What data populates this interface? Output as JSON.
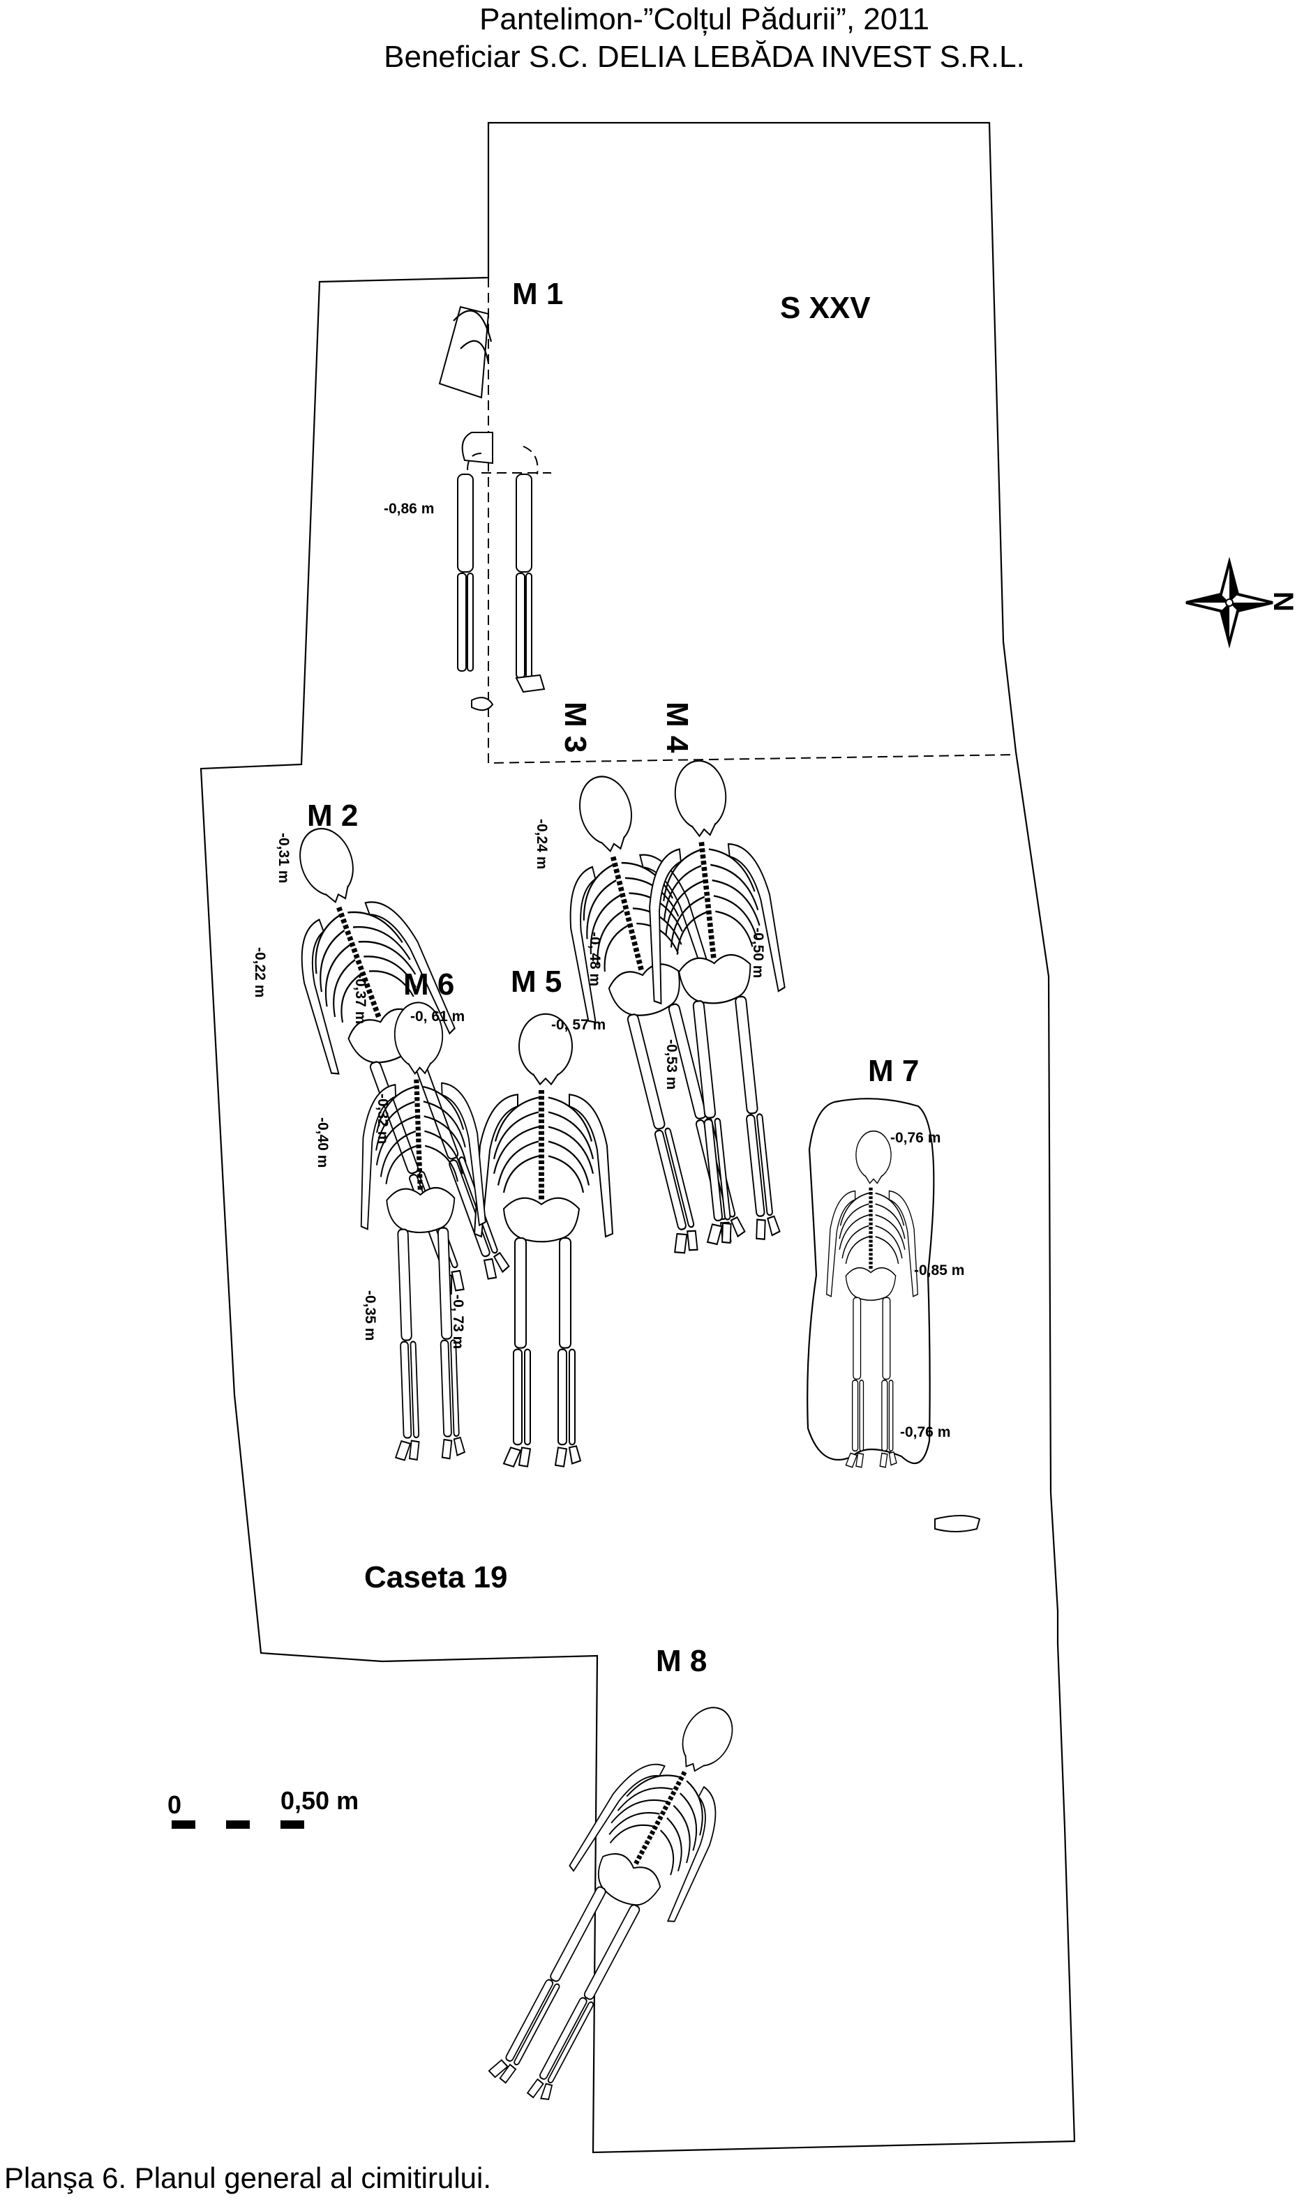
{
  "header": {
    "line1": "Pantelimon-”Colțul Pădurii”, 2011",
    "line2": "Beneficiar S.C. DELIA LEBĂDA INVEST S.R.L."
  },
  "section_label": "S XXV",
  "caseta_label": "Caseta 19",
  "graves": [
    {
      "label": "M 1"
    },
    {
      "label": "M 2"
    },
    {
      "label": "M 3"
    },
    {
      "label": "M 4"
    },
    {
      "label": "M 5"
    },
    {
      "label": "M 6"
    },
    {
      "label": "M 7"
    },
    {
      "label": "M 8"
    }
  ],
  "depths": {
    "m1": "-0,86 m",
    "m2_a": "-0,31 m",
    "m2_b": "-0,22 m",
    "m2_c": "-0,37 m",
    "m2_d": "-0,40 m",
    "m3_a": "-0,24 m",
    "m3_b": "-0, 48 m",
    "m4_a": "-0,50 m",
    "m4_b": "-0,53 m",
    "m5": "-0, 57 m",
    "m6_a": "-0, 61 m",
    "m6_b": "-0,32 m",
    "m6_c": "-0,35 m",
    "m6_d": "-0, 73 m",
    "m7_a": "-0,76 m",
    "m7_b": "-0,85 m",
    "m7_c": "-0,76 m"
  },
  "north": {
    "letter": "N",
    "icon": "north-arrow-icon"
  },
  "scale": {
    "start": "0",
    "end": "0,50 m"
  },
  "caption": "Planşa 6. Planul general al cimitirului."
}
